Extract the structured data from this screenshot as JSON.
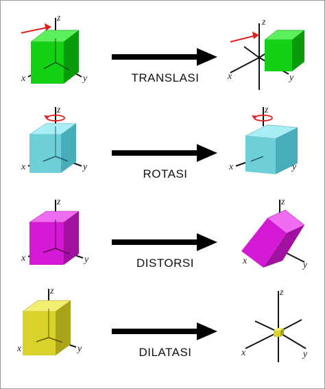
{
  "rows": [
    {
      "label": "TRANSLASI",
      "shape": "green-cube",
      "color": "#15d115",
      "color_dark": "#0a8a0a",
      "color_light": "#5cf05c"
    },
    {
      "label": "ROTASI",
      "shape": "cyan-cube",
      "color": "#6fcfd9",
      "color_dark": "#3a9aa6",
      "color_light": "#a8eef4"
    },
    {
      "label": "DISTORSI",
      "shape": "magenta-cube",
      "color": "#d419d4",
      "color_dark": "#8c0d8c",
      "color_light": "#f06cf0"
    },
    {
      "label": "DILATASI",
      "shape": "yellow-cube",
      "color": "#d8d22a",
      "color_dark": "#9b9513",
      "color_light": "#f2ee72"
    }
  ],
  "axes": {
    "x": "x",
    "y": "y",
    "z": "z"
  },
  "arrow_color": "#000000",
  "marker_color": "#e02020"
}
